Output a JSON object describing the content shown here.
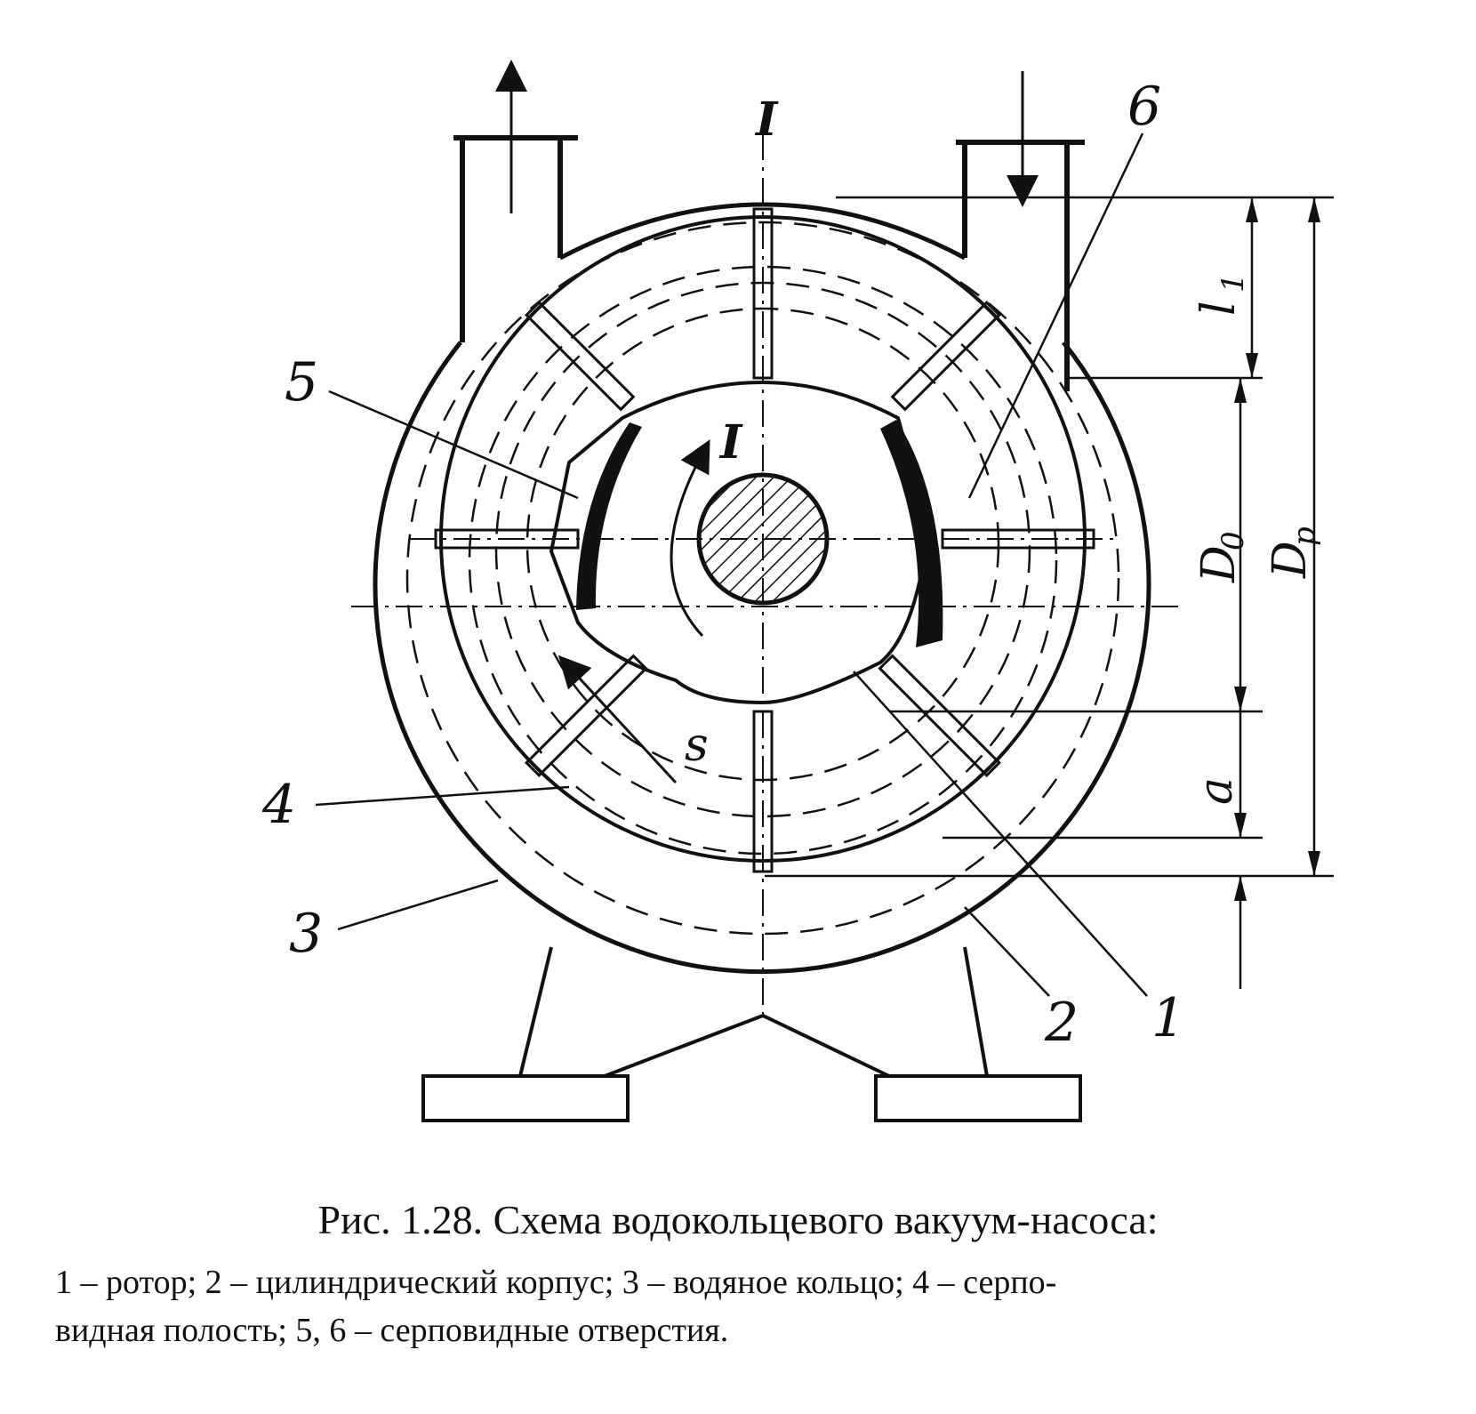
{
  "diagram": {
    "section_labels": [
      "I",
      "I"
    ],
    "part_numbers": [
      "1",
      "2",
      "3",
      "4",
      "5",
      "6"
    ],
    "dimension_labels": {
      "l1": "l",
      "l1_sub": "1",
      "d0": "D",
      "d0_sub": "0",
      "dp": "D",
      "dp_sub": "р",
      "a": "a"
    },
    "misc_labels": {
      "s": "s"
    }
  },
  "caption": {
    "title": "Рис. 1.28. Схема водокольцевого вакуум-насоса:",
    "line1": "1 – ротор; 2 – цилиндрический корпус; 3 – водяное кольцо; 4 – серпо-",
    "line2": "видная полость; 5, 6 – серповидные отверстия."
  }
}
